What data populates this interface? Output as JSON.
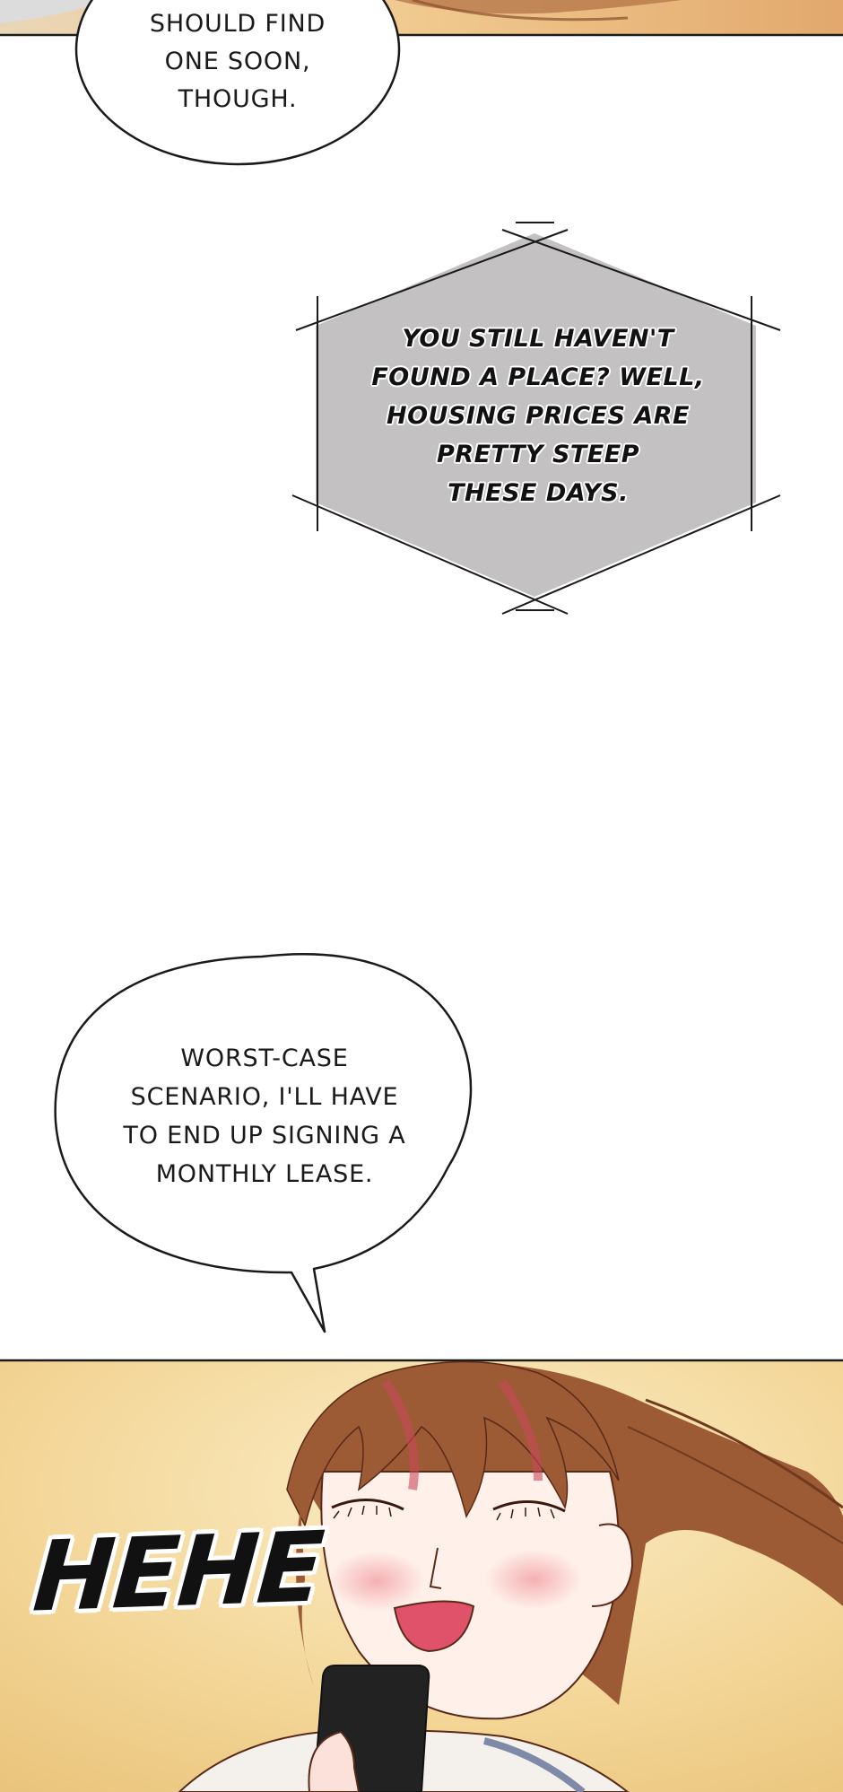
{
  "panels": {
    "top_panel": {
      "description_color": "#e8c79a"
    },
    "bottom_panel": {
      "bg_color": "#f1d48f"
    }
  },
  "dialogue": {
    "bubble_1": "SHOULD FIND\nONE SOON,\nTHOUGH.",
    "phone_bubble": "YOU STILL HAVEN'T\nFOUND A PLACE? WELL,\nHOUSING PRICES ARE\nPRETTY STEEP\nTHESE DAYS.",
    "bubble_2": "WORST-CASE\nSCENARIO, I'LL HAVE\nTO END UP SIGNING A\nMONTHLY LEASE."
  },
  "sfx": {
    "laugh": "HEHE"
  },
  "colors": {
    "phone_bubble_fill": "#c3c1c2",
    "panel_border": "#1a1a1a",
    "hair": "#8a4e2c",
    "skin": "#fff1ea",
    "blush": "#f6b8b8",
    "mouth": "#e0526a",
    "phone": "#222222"
  }
}
